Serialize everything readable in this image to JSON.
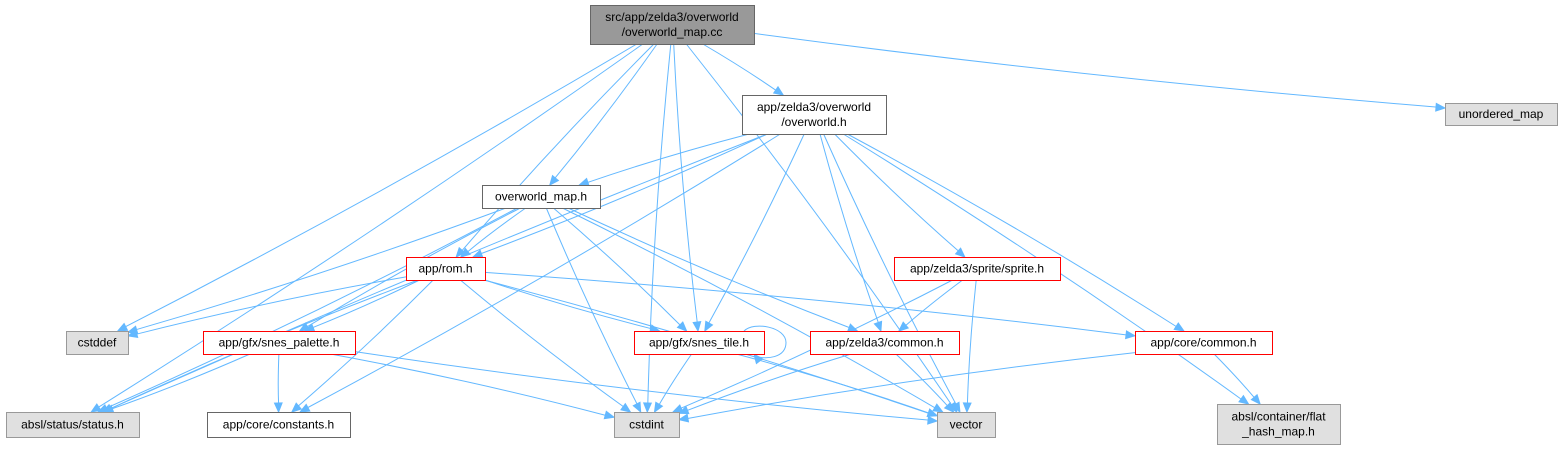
{
  "colors": {
    "root_fill": "#999999",
    "root_stroke": "#666666",
    "local_fill": "#ffffff",
    "local_stroke": "#666666",
    "incomplete_stroke": "#ff0000",
    "system_fill": "#e0e0e0",
    "system_stroke": "#999999",
    "edge": "#63b8ff"
  },
  "nodes": [
    {
      "id": "n_root",
      "kind": "root",
      "name": "node-overworld-map-cc",
      "lines": [
        "src/app/zelda3/overworld",
        "/overworld_map.cc"
      ]
    },
    {
      "id": "n_overworld_h",
      "kind": "local",
      "name": "node-overworld-h",
      "lines": [
        "app/zelda3/overworld",
        "/overworld.h"
      ]
    },
    {
      "id": "n_unordered_map",
      "kind": "system",
      "name": "node-unordered-map",
      "lines": [
        "unordered_map"
      ]
    },
    {
      "id": "n_overworld_map_h",
      "kind": "local",
      "name": "node-overworld-map-h",
      "lines": [
        "overworld_map.h"
      ]
    },
    {
      "id": "n_rom_h",
      "kind": "incomplete",
      "name": "node-rom-h",
      "lines": [
        "app/rom.h"
      ]
    },
    {
      "id": "n_sprite_h",
      "kind": "incomplete",
      "name": "node-sprite-h",
      "lines": [
        "app/zelda3/sprite/sprite.h"
      ]
    },
    {
      "id": "n_cstddef",
      "kind": "system",
      "name": "node-cstddef",
      "lines": [
        "cstddef"
      ]
    },
    {
      "id": "n_snes_palette_h",
      "kind": "incomplete",
      "name": "node-snes-palette-h",
      "lines": [
        "app/gfx/snes_palette.h"
      ]
    },
    {
      "id": "n_snes_tile_h",
      "kind": "incomplete",
      "name": "node-snes-tile-h",
      "lines": [
        "app/gfx/snes_tile.h"
      ]
    },
    {
      "id": "n_zelda3_common_h",
      "kind": "incomplete",
      "name": "node-zelda3-common-h",
      "lines": [
        "app/zelda3/common.h"
      ]
    },
    {
      "id": "n_core_common_h",
      "kind": "incomplete",
      "name": "node-core-common-h",
      "lines": [
        "app/core/common.h"
      ]
    },
    {
      "id": "n_status_h",
      "kind": "system",
      "name": "node-absl-status-h",
      "lines": [
        "absl/status/status.h"
      ]
    },
    {
      "id": "n_constants_h",
      "kind": "local",
      "name": "node-core-constants-h",
      "lines": [
        "app/core/constants.h"
      ]
    },
    {
      "id": "n_cstdint",
      "kind": "system",
      "name": "node-cstdint",
      "lines": [
        "cstdint"
      ]
    },
    {
      "id": "n_vector",
      "kind": "system",
      "name": "node-vector",
      "lines": [
        "vector"
      ]
    },
    {
      "id": "n_flat_hash_map_h",
      "kind": "system",
      "name": "node-flat-hash-map-h",
      "lines": [
        "absl/container/flat",
        "_hash_map.h"
      ]
    }
  ],
  "edges": [
    [
      "n_root",
      "n_overworld_h"
    ],
    [
      "n_root",
      "n_unordered_map"
    ],
    [
      "n_root",
      "n_overworld_map_h"
    ],
    [
      "n_root",
      "n_rom_h"
    ],
    [
      "n_root",
      "n_cstddef"
    ],
    [
      "n_root",
      "n_snes_tile_h"
    ],
    [
      "n_root",
      "n_status_h"
    ],
    [
      "n_root",
      "n_cstdint"
    ],
    [
      "n_root",
      "n_vector"
    ],
    [
      "n_overworld_h",
      "n_overworld_map_h"
    ],
    [
      "n_overworld_h",
      "n_rom_h"
    ],
    [
      "n_overworld_h",
      "n_sprite_h"
    ],
    [
      "n_overworld_h",
      "n_snes_tile_h"
    ],
    [
      "n_overworld_h",
      "n_zelda3_common_h"
    ],
    [
      "n_overworld_h",
      "n_core_common_h"
    ],
    [
      "n_overworld_h",
      "n_status_h"
    ],
    [
      "n_overworld_h",
      "n_constants_h"
    ],
    [
      "n_overworld_h",
      "n_vector"
    ],
    [
      "n_overworld_h",
      "n_flat_hash_map_h"
    ],
    [
      "n_overworld_map_h",
      "n_rom_h"
    ],
    [
      "n_overworld_map_h",
      "n_cstddef"
    ],
    [
      "n_overworld_map_h",
      "n_snes_palette_h"
    ],
    [
      "n_overworld_map_h",
      "n_snes_tile_h"
    ],
    [
      "n_overworld_map_h",
      "n_zelda3_common_h"
    ],
    [
      "n_overworld_map_h",
      "n_status_h"
    ],
    [
      "n_overworld_map_h",
      "n_cstdint"
    ],
    [
      "n_overworld_map_h",
      "n_vector"
    ],
    [
      "n_rom_h",
      "n_cstddef"
    ],
    [
      "n_rom_h",
      "n_snes_palette_h"
    ],
    [
      "n_rom_h",
      "n_snes_tile_h"
    ],
    [
      "n_rom_h",
      "n_core_common_h"
    ],
    [
      "n_rom_h",
      "n_status_h"
    ],
    [
      "n_rom_h",
      "n_constants_h"
    ],
    [
      "n_rom_h",
      "n_cstdint"
    ],
    [
      "n_rom_h",
      "n_vector"
    ],
    [
      "n_sprite_h",
      "n_zelda3_common_h"
    ],
    [
      "n_sprite_h",
      "n_cstdint"
    ],
    [
      "n_sprite_h",
      "n_vector"
    ],
    [
      "n_snes_palette_h",
      "n_status_h"
    ],
    [
      "n_snes_palette_h",
      "n_constants_h"
    ],
    [
      "n_snes_palette_h",
      "n_cstdint"
    ],
    [
      "n_snes_palette_h",
      "n_vector"
    ],
    [
      "n_snes_tile_h",
      "n_snes_tile_h"
    ],
    [
      "n_snes_tile_h",
      "n_cstdint"
    ],
    [
      "n_snes_tile_h",
      "n_vector"
    ],
    [
      "n_zelda3_common_h",
      "n_cstdint"
    ],
    [
      "n_zelda3_common_h",
      "n_vector"
    ],
    [
      "n_core_common_h",
      "n_cstdint"
    ],
    [
      "n_core_common_h",
      "n_flat_hash_map_h"
    ]
  ]
}
